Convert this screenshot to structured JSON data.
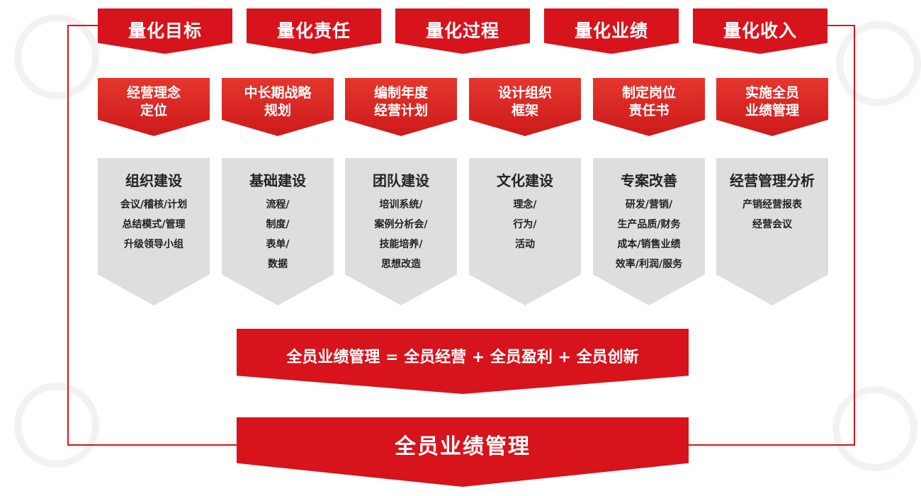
{
  "top_banners": [
    "量化目标",
    "量化责任",
    "量化过程",
    "量化业绩",
    "量化收入"
  ],
  "red_cards": [
    [
      "经营理念",
      "定位"
    ],
    [
      "中长期战略",
      "规划"
    ],
    [
      "编制年度",
      "经营计划"
    ],
    [
      "设计组织",
      "框架"
    ],
    [
      "制定岗位",
      "责任书"
    ],
    [
      "实施全员",
      "业绩管理"
    ]
  ],
  "grey_cards": [
    {
      "title": "组织建设",
      "lines": [
        "会议/稽核/计划",
        "总结模式/管理",
        "升级领导小组"
      ]
    },
    {
      "title": "基础建设",
      "lines": [
        "流程/",
        "制度/",
        "表单/",
        "数据"
      ]
    },
    {
      "title": "团队建设",
      "lines": [
        "培训系统/",
        "案例分析会/",
        "技能培养/",
        "思想改造"
      ]
    },
    {
      "title": "文化建设",
      "lines": [
        "理念/",
        "行为/",
        "活动"
      ]
    },
    {
      "title": "专案改善",
      "lines": [
        "研发/营销/",
        "生产品质/财务",
        "成本/销售业绩",
        "效率/利润/服务"
      ]
    },
    {
      "title": "经营管理分析",
      "lines": [
        "产销经营报表",
        "经营会议"
      ]
    }
  ],
  "formula": "全员业绩管理 = 全员经营 + 全员盈利 + 全员创新",
  "bottom_title": "全员业绩管理",
  "colors": {
    "red": "#d7131c",
    "grey": "#dedede",
    "line": "#d7131c"
  }
}
